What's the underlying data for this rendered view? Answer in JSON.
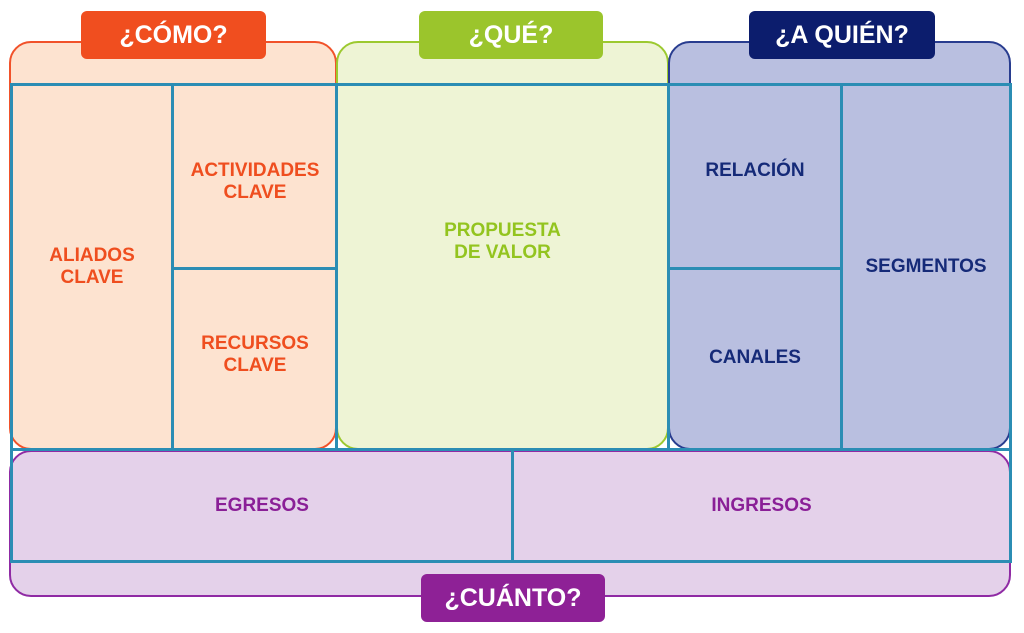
{
  "headers": {
    "como": "¿CÓMO?",
    "que": "¿QUÉ?",
    "quien": "¿A QUIÉN?",
    "cuanto": "¿CUÁNTO?"
  },
  "blocks": {
    "aliados": {
      "line1": "ALIADOS",
      "line2": "CLAVE"
    },
    "actividades": {
      "line1": "ACTIVIDADES",
      "line2": "CLAVE"
    },
    "recursos": {
      "line1": "RECURSOS",
      "line2": "CLAVE"
    },
    "propuesta": {
      "line1": "PROPUESTA",
      "line2": "DE VALOR"
    },
    "relacion": "RELACIÓN",
    "canales": "CANALES",
    "segmentos": "SEGMENTOS",
    "egresos": "EGRESOS",
    "ingresos": "INGRESOS"
  },
  "colors": {
    "como": "#f04e1f",
    "que": "#9bc52c",
    "quien": "#0c1d6d",
    "cuanto": "#8e2196",
    "grid": "#2b8db4"
  }
}
